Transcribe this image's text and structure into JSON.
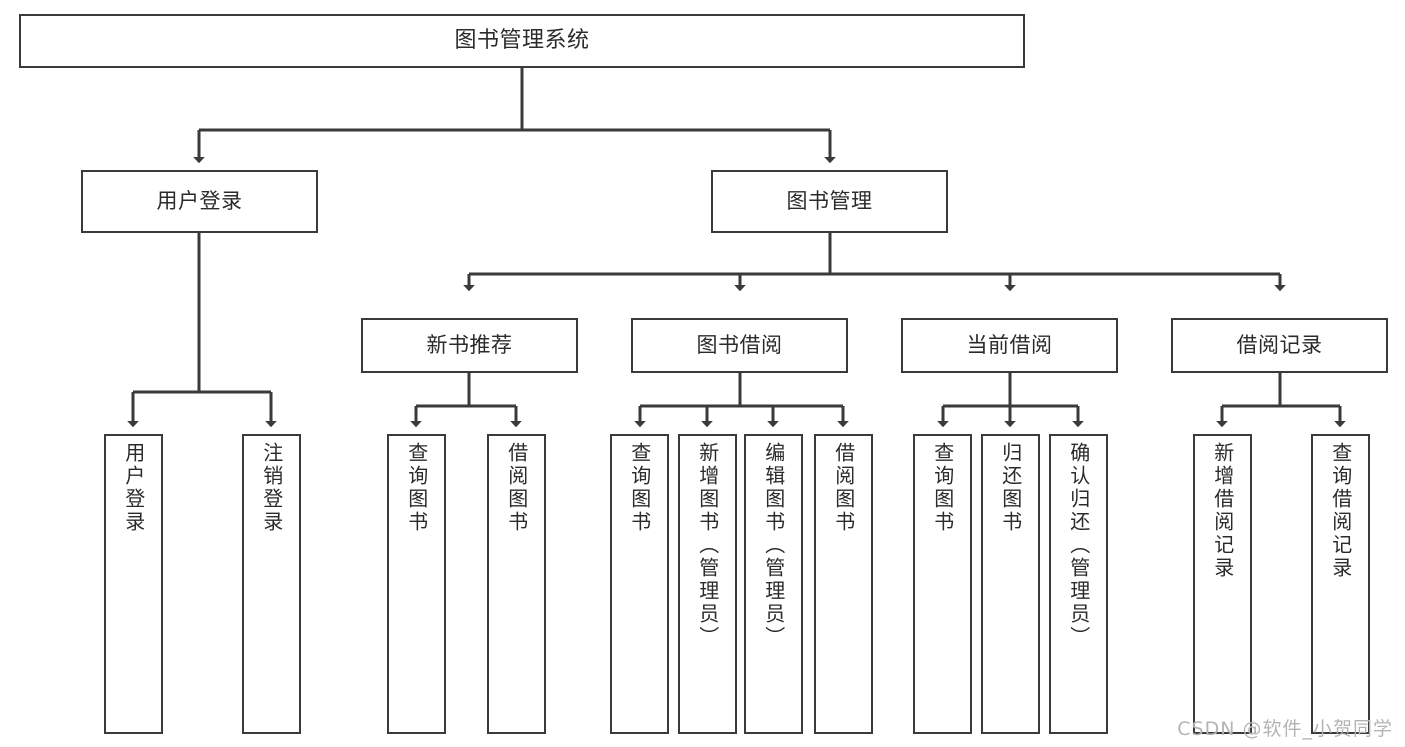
{
  "diagram": {
    "title": "图书管理系统",
    "watermark": "CSDN @软件_小贺同学",
    "line_color": "#3a3a3a",
    "box_fill": "#ffffff",
    "text_color": "#2b2b2b",
    "watermark_color": "#b4b4b4"
  },
  "levels": {
    "root": {
      "label": "图书管理系统"
    },
    "level1": [
      {
        "label": "用户登录"
      },
      {
        "label": "图书管理"
      }
    ],
    "level2": [
      {
        "label": "新书推荐"
      },
      {
        "label": "图书借阅"
      },
      {
        "label": "当前借阅"
      },
      {
        "label": "借阅记录"
      }
    ],
    "leaves": {
      "user_login": [
        {
          "label": "用户登录"
        },
        {
          "label": "注销登录"
        }
      ],
      "new_book_recommend": [
        {
          "label": "查询图书"
        },
        {
          "label": "借阅图书"
        }
      ],
      "book_borrow": [
        {
          "label": "查询图书"
        },
        {
          "label": "新增图书（管理员）"
        },
        {
          "label": "编辑图书（管理员）"
        },
        {
          "label": "借阅图书"
        }
      ],
      "current_borrow": [
        {
          "label": "查询图书"
        },
        {
          "label": "归还图书"
        },
        {
          "label": "确认归还（管理员）"
        }
      ],
      "borrow_record": [
        {
          "label": "新增借阅记录"
        },
        {
          "label": "查询借阅记录"
        }
      ]
    }
  }
}
